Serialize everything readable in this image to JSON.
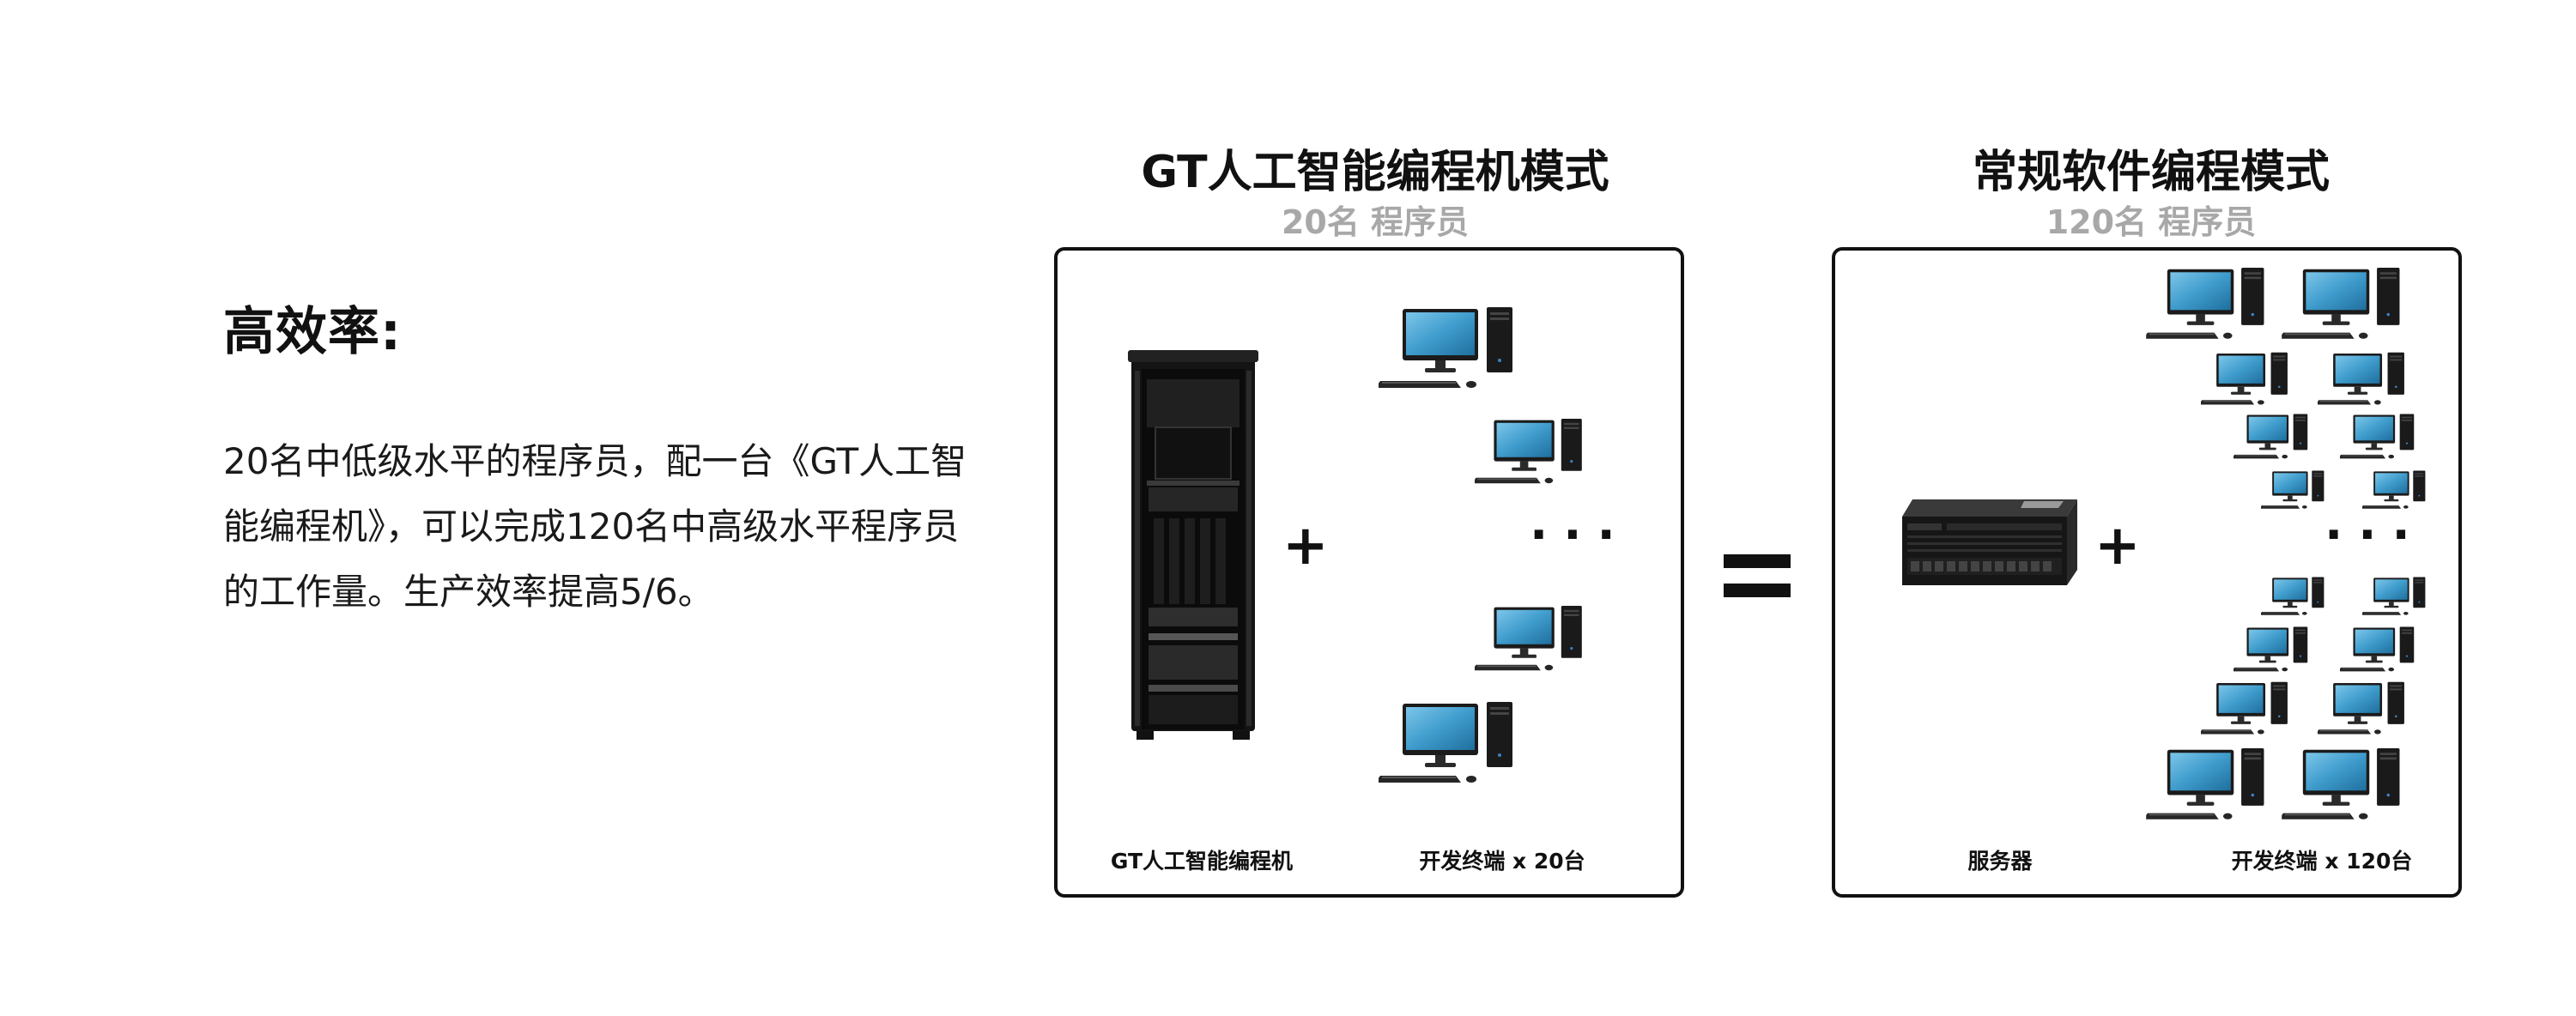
{
  "left": {
    "heading": "高效率:",
    "body_lines": [
      "20名中低级水平的程序员，配一台《GT人工智",
      "能编程机》，可以完成120名中高级水平程序员",
      "的工作量。生产效率提高5/6。"
    ]
  },
  "gt_mode": {
    "title": "GT人工智能编程机模式",
    "subtitle": "20名 程序员",
    "plus": "+",
    "dots": "···",
    "caption_machine": "GT人工智能编程机",
    "caption_terminals": "开发终端 x 20台",
    "icons": [
      "server-rack-image",
      "desktop-computer-image"
    ]
  },
  "equals_sign": "=",
  "conventional_mode": {
    "title": "常规软件编程模式",
    "subtitle": "120名 程序员",
    "plus": "+",
    "dots": "···",
    "caption_machine": "服务器",
    "caption_terminals": "开发终端 x 120台",
    "icons": [
      "rack-server-image",
      "desktop-computer-image"
    ]
  },
  "colors": {
    "text": "#111111",
    "subtitle_gray": "#a8a8a8",
    "monitor_screen": "#3f9ccc",
    "device_black": "#1b1b1b"
  }
}
